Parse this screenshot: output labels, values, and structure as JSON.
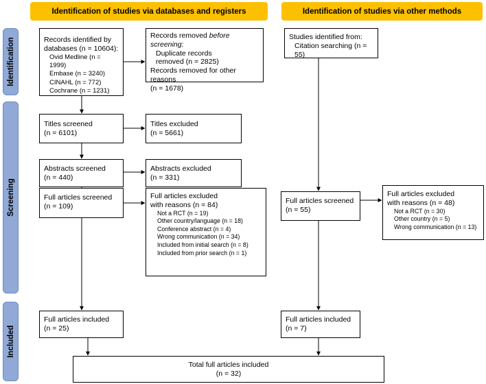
{
  "headers": {
    "databases": "Identification of studies via databases and registers",
    "other": "Identification of studies via other methods"
  },
  "phases": {
    "identification": "Identification",
    "screening": "Screening",
    "included": "Included"
  },
  "boxes": {
    "records_identified": {
      "line1": "Records identified by",
      "line2": "databases (n = 10604):",
      "items": [
        "Ovid Medline (n = 1999)",
        "Embase (n = 3240)",
        "CINAHL (n = 772)",
        "Cochrane (n = 1231)"
      ]
    },
    "records_removed": {
      "line1_pre": "Records removed ",
      "line1_em": "before screening:",
      "dup1": "Duplicate records",
      "dup2": "removed (n = 2825)",
      "other1": "Records removed for other reasons",
      "other2": "(n = 1678)"
    },
    "titles_screened": {
      "line1": "Titles screened",
      "line2": "(n = 6101)"
    },
    "titles_excluded": {
      "line1": "Titles excluded",
      "line2": "(n = 5661)"
    },
    "abstracts_screened": {
      "line1": "Abstracts screened",
      "line2": "(n = 440)"
    },
    "abstracts_excluded": {
      "line1": "Abstracts excluded",
      "line2": "(n = 331)"
    },
    "full_screened_db": {
      "line1": "Full articles screened",
      "line2": "(n = 109)"
    },
    "full_excluded_db": {
      "line1": "Full articles excluded",
      "line2": "with reasons (n = 84)",
      "reasons": [
        "Not a RCT (n = 19)",
        "Other country/language (n = 18)",
        "Conference abstract (n = 4)",
        "Wrong communication (n = 34)",
        "Included from initial search (n = 8)",
        "Included from prior search (n = 1)"
      ]
    },
    "full_included_db": {
      "line1": "Full articles included",
      "line2": "(n = 25)"
    },
    "studies_identified": {
      "line1": "Studies identified from:",
      "line2": "Citation searching (n = 55)"
    },
    "full_screened_other": {
      "line1": "Full articles screened",
      "line2": "(n = 55)"
    },
    "full_excluded_other": {
      "line1": "Full articles excluded",
      "line2": "with reasons (n = 48)",
      "reasons": [
        "Not a RCT (n = 30)",
        "Other country (n = 5)",
        "Wrong communication (n = 13)"
      ]
    },
    "full_included_other": {
      "line1": "Full articles included",
      "line2": "(n = 7)"
    },
    "total": {
      "line1": "Total full articles included",
      "line2": "(n = 32)"
    }
  },
  "colors": {
    "header_fill": "#fdc000",
    "phase_fill": "#90a9d6",
    "phase_border": "#6f8bbf",
    "box_border": "#000000"
  }
}
